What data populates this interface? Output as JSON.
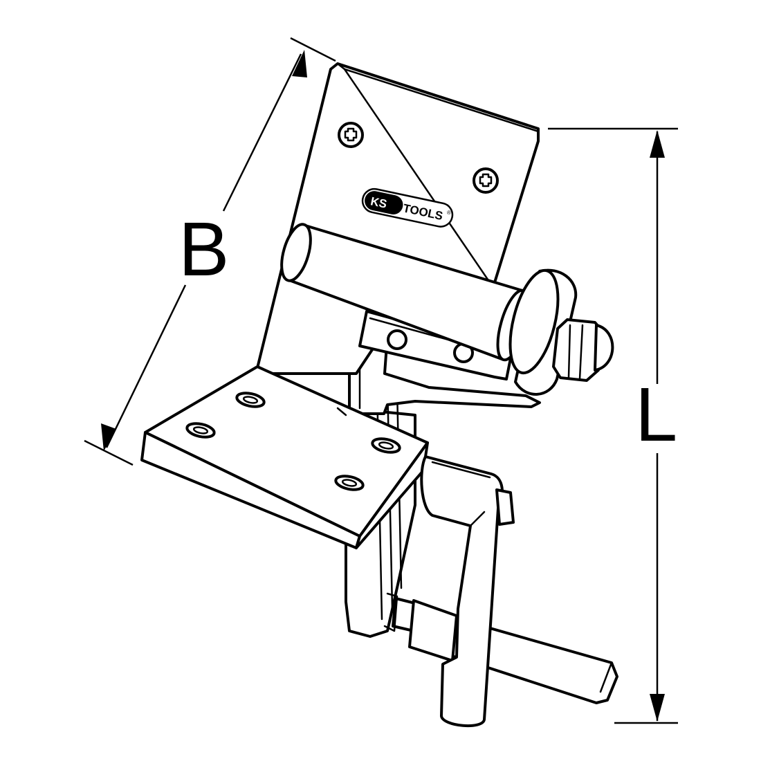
{
  "dimensions": {
    "width_label": "B",
    "length_label": "L"
  },
  "brand": {
    "logo_left": "KS",
    "logo_right": "TOOLS",
    "registered_mark": "®"
  },
  "colors": {
    "line": "#000000",
    "background": "#ffffff"
  }
}
